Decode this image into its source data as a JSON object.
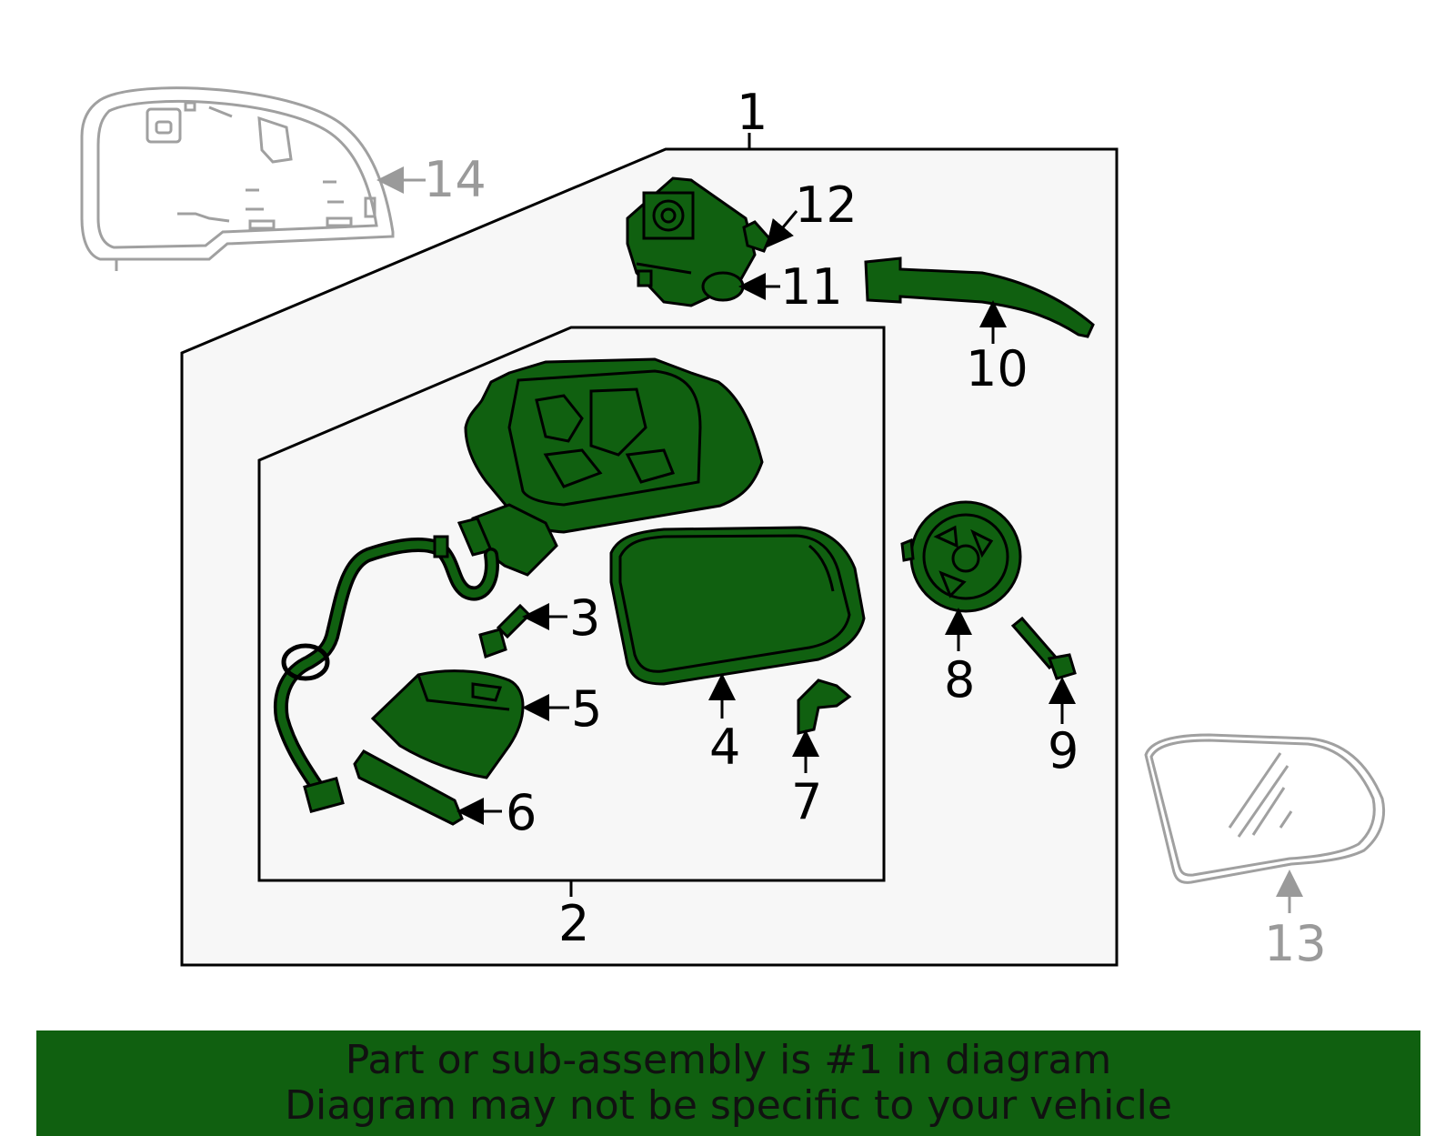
{
  "callouts": {
    "c1": "1",
    "c2": "2",
    "c3": "3",
    "c4": "4",
    "c5": "5",
    "c6": "6",
    "c7": "7",
    "c8": "8",
    "c9": "9",
    "c10": "10",
    "c11": "11",
    "c12": "12",
    "c13": "13",
    "c14": "14"
  },
  "banner": {
    "line1": "Part or sub-assembly is #1 in diagram",
    "line2": "Diagram may not be specific to your vehicle"
  },
  "colors": {
    "part_fill": "#106010",
    "part_stroke": "#000000",
    "ghost_stroke": "#a0a0a0",
    "box_fill": "#f7f7f7",
    "banner_bg": "#106010"
  }
}
